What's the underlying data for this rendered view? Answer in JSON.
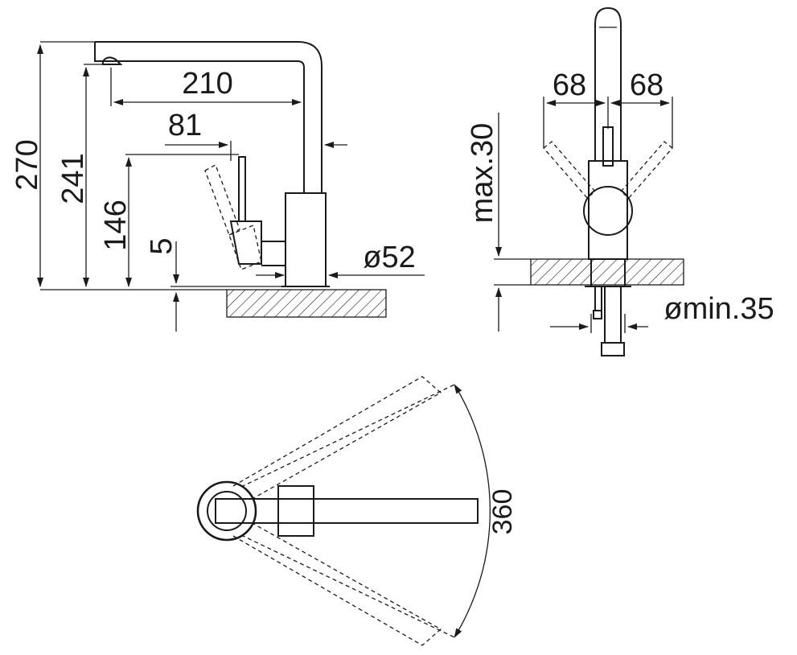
{
  "colors": {
    "ink": "#1a1a1a",
    "background": "#ffffff"
  },
  "side_view": {
    "dim_270": "270",
    "dim_241": "241",
    "dim_146": "146",
    "dim_5": "5",
    "dim_210": "210",
    "dim_81": "81",
    "dim_d52": "ø52"
  },
  "front_view": {
    "dim_68_left": "68",
    "dim_68_right": "68",
    "dim_max30": "max.30",
    "dim_dmin35": "ømin.35"
  },
  "top_view": {
    "dim_360": "360"
  }
}
